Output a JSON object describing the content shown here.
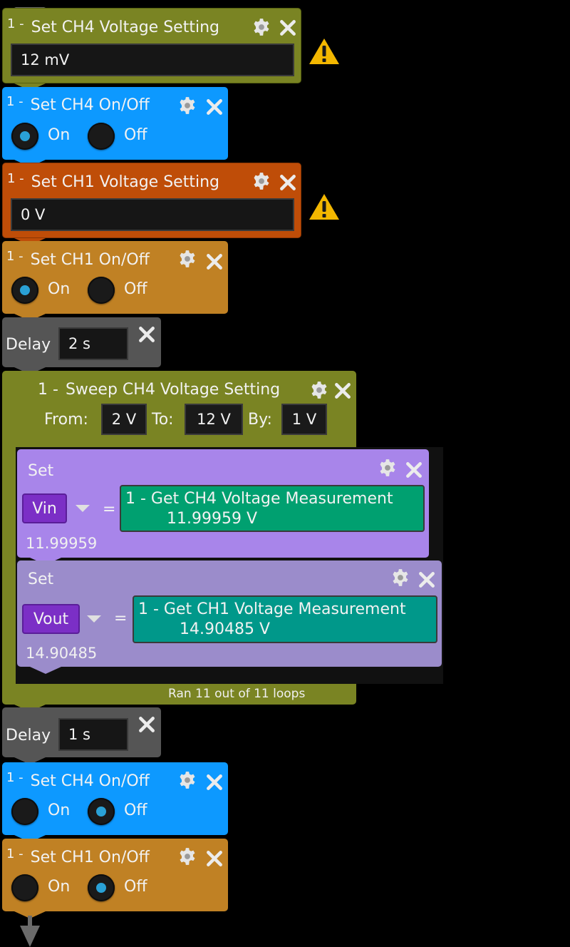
{
  "colors": {
    "olive": "#7a8423",
    "blue": "#0d99ff",
    "rust": "#bf4d08",
    "amber": "#c08124",
    "gray": "#555555",
    "purple_light": "#a885ea",
    "purple_muted": "#9b8ccb",
    "green_meas": "#00a070",
    "teal_meas": "#00988a",
    "var_chip": "#7b2fc6",
    "warning": "#f3b700",
    "radio_selected": "#2aa1d6"
  },
  "blocks": [
    {
      "type": "set_voltage",
      "index": "1 -",
      "title": "Set CH4 Voltage Setting",
      "value": "12 mV",
      "warning": true
    },
    {
      "type": "set_on_off",
      "index": "1 -",
      "title": "Set CH4 On/Off",
      "on_label": "On",
      "off_label": "Off",
      "selected": "On"
    },
    {
      "type": "set_voltage",
      "index": "1 -",
      "title": "Set CH1 Voltage Setting",
      "value": "0 V",
      "warning": true
    },
    {
      "type": "set_on_off",
      "index": "1 -",
      "title": "Set CH1 On/Off",
      "on_label": "On",
      "off_label": "Off",
      "selected": "On"
    },
    {
      "type": "delay",
      "label": "Delay",
      "value": "2 s"
    },
    {
      "type": "sweep",
      "index": "1 -",
      "title": "Sweep CH4 Voltage Setting",
      "from_label": "From:",
      "from_value": "2 V",
      "to_label": "To:",
      "to_value": "12 V",
      "by_label": "By:",
      "by_value": "1 V",
      "children": [
        {
          "type": "set_var",
          "label": "Set",
          "variable": "Vin",
          "equals": "=",
          "measurement_title": "1 -  Get CH4 Voltage Measurement",
          "measurement_value": "11.99959 V",
          "readout": "11.99959"
        },
        {
          "type": "set_var",
          "label": "Set",
          "variable": "Vout",
          "equals": "=",
          "measurement_title": "1 -  Get CH1 Voltage Measurement",
          "measurement_value": "14.90485 V",
          "readout": "14.90485"
        }
      ],
      "status": "Ran 11 out of 11 loops"
    },
    {
      "type": "delay",
      "label": "Delay",
      "value": "1 s"
    },
    {
      "type": "set_on_off",
      "index": "1 -",
      "title": "Set CH4 On/Off",
      "on_label": "On",
      "off_label": "Off",
      "selected": "Off"
    },
    {
      "type": "set_on_off",
      "index": "1 -",
      "title": "Set CH1 On/Off",
      "on_label": "On",
      "off_label": "Off",
      "selected": "Off"
    }
  ],
  "icons": {
    "gear": "gear-icon",
    "close": "close-icon",
    "warning": "warning-icon",
    "dropdown": "chevron-down-icon",
    "flow_arrow": "arrow-down-icon"
  }
}
